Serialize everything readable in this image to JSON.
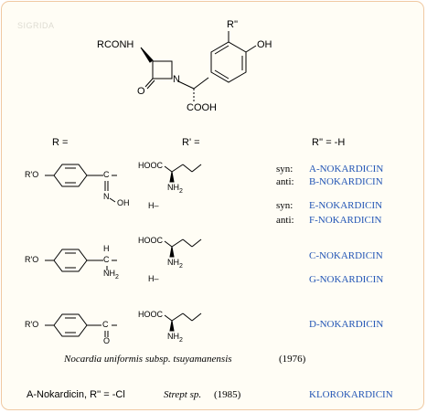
{
  "watermark": "SIGRIDA",
  "structure": {
    "atom_rconh": "RCONH",
    "atom_R2": "R''",
    "atom_OH": "OH",
    "atom_N": "N",
    "atom_O": "O",
    "atom_COOH": "COOH"
  },
  "headers": {
    "r": "R =",
    "r1": "R' =",
    "r2": "R'' = -H"
  },
  "groups": {
    "oxime": {
      "ro": "R'O",
      "c": "C",
      "n": "N",
      "oh": "OH"
    },
    "amine": {
      "ro": "R'O",
      "h": "H",
      "c": "C",
      "nh2": "NH",
      "sub2": "2"
    },
    "ketone": {
      "ro": "R'O",
      "c": "C",
      "o": "O"
    },
    "side": {
      "hooc": "HOOC",
      "nh2": "NH",
      "sub2": "2",
      "h": "H–"
    }
  },
  "compounds": [
    {
      "prefix": "syn:",
      "name": "A-NOKARDICIN"
    },
    {
      "prefix": "anti:",
      "name": "B-NOKARDICIN"
    },
    {
      "prefix": "syn:",
      "name": "E-NOKARDICIN"
    },
    {
      "prefix": "anti:",
      "name": "F-NOKARDICIN"
    },
    {
      "prefix": "",
      "name": "C-NOKARDICIN"
    },
    {
      "prefix": "",
      "name": "G-NOKARDICIN"
    },
    {
      "prefix": "",
      "name": "D-NOKARDICIN"
    }
  ],
  "source": {
    "organism": "Nocardia uniformis subsp. tsuyamanensis",
    "year": "(1976)"
  },
  "footer": {
    "left": "A-Nokardicin, R'' = -Cl",
    "organism": "Strept sp.",
    "year": "(1985)",
    "name": "KLOROKARDICIN"
  }
}
